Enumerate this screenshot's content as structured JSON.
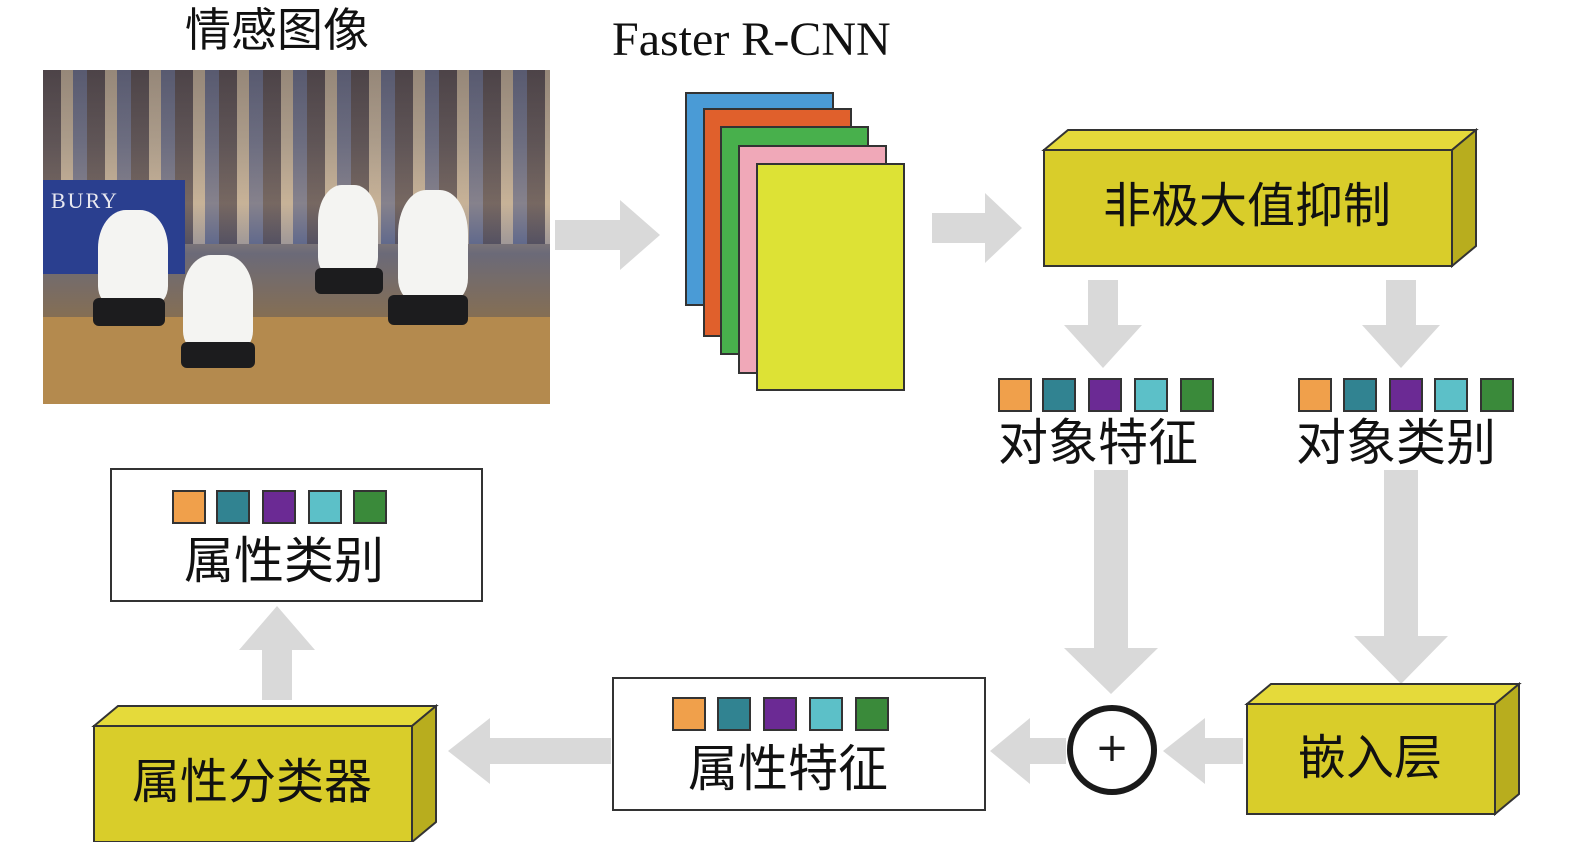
{
  "image_caption": "情感图像",
  "model_label": "Faster R-CNN",
  "nms_label": "非极大值抑制",
  "object_features_label": "对象特征",
  "object_classes_label": "对象类别",
  "embedding_label": "嵌入层",
  "attribute_features_label": "属性特征",
  "attribute_classifier_label": "属性分类器",
  "attribute_classes_label": "属性类别",
  "plus_symbol": "+",
  "colors": {
    "swatches": [
      "#f0a04b",
      "#318391",
      "#6b2a94",
      "#5cc0c8",
      "#3a8a3a"
    ],
    "layers": [
      "#4a9bd6",
      "#e0602c",
      "#48b04c",
      "#f0a8b8",
      "#dde235"
    ],
    "box_yellow": "#d9cd2a",
    "arrow_gray": "#d9d9d9"
  },
  "photo_jersey_text": "BURY"
}
